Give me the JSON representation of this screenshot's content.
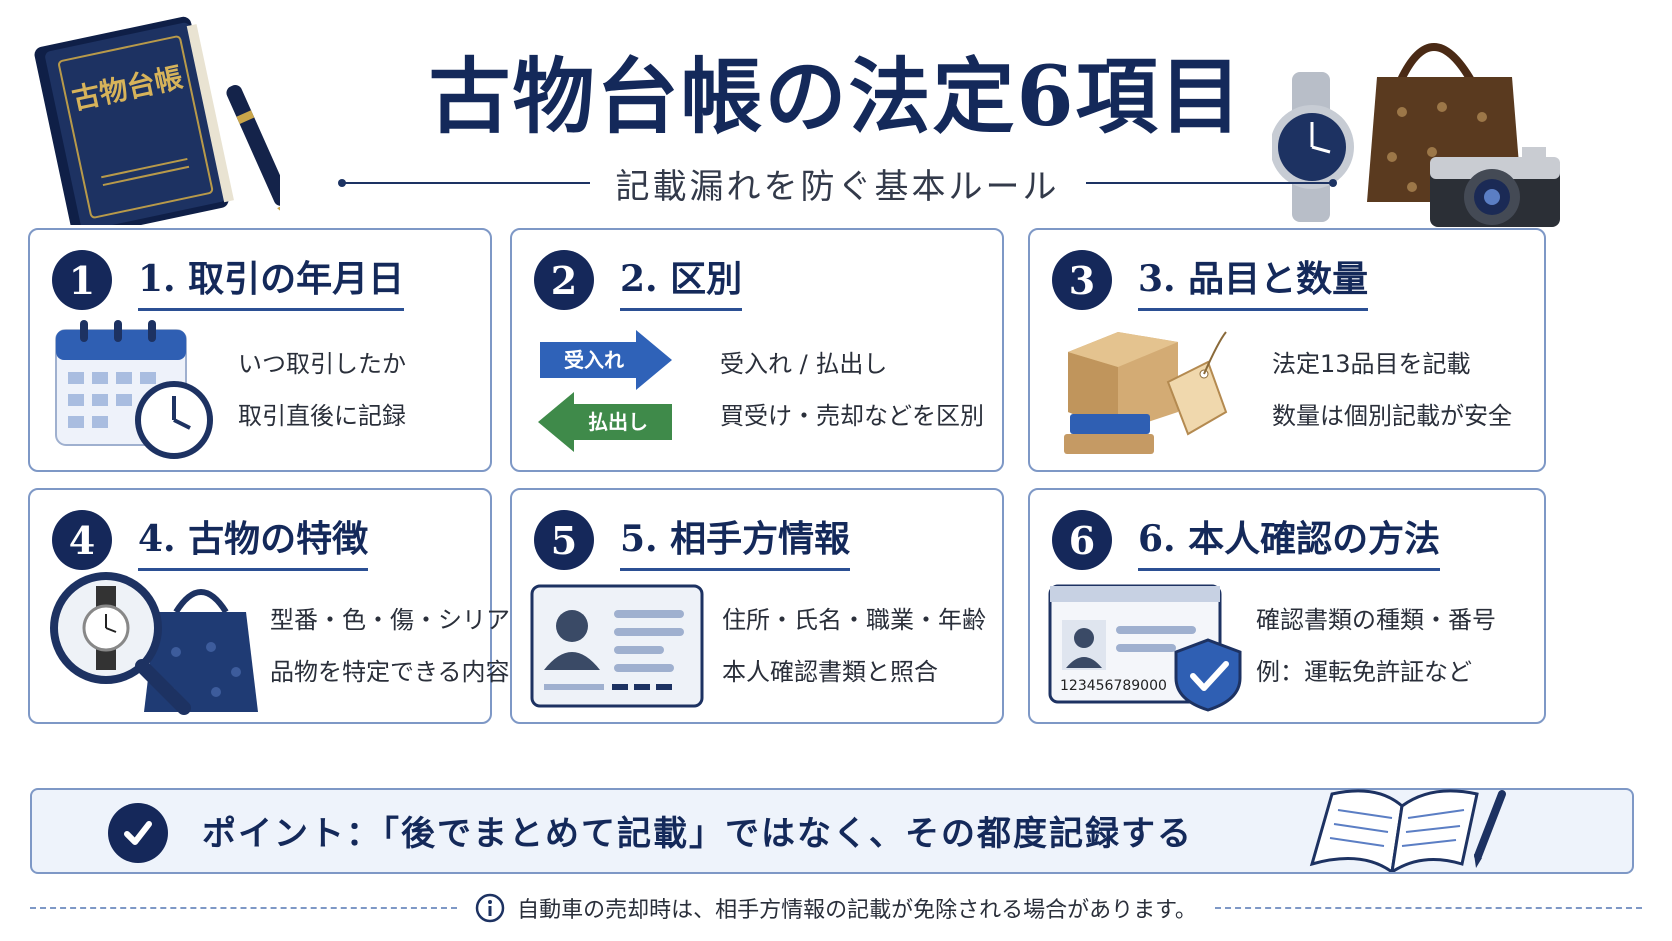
{
  "header": {
    "title": "古物台帳の法定6項目",
    "subtitle": "記載漏れを防ぐ基本ルール",
    "book_label": "古物台帳"
  },
  "cards": [
    {
      "number": "1",
      "title": "1. 取引の年月日",
      "lines": [
        "いつ取引したか",
        "取引直後に記録"
      ],
      "icon": "calendar-clock-icon"
    },
    {
      "number": "2",
      "title": "2. 区別",
      "lines": [
        "受入れ / 払出し",
        "買受け・売却などを区別"
      ],
      "icon": "arrows-icon",
      "arrow_in": "受入れ",
      "arrow_out": "払出し"
    },
    {
      "number": "3",
      "title": "3. 品目と数量",
      "lines": [
        "法定13品目を記載",
        "数量は個別記載が安全"
      ],
      "icon": "box-tag-icon"
    },
    {
      "number": "4",
      "title": "4. 古物の特徴",
      "lines": [
        "型番・色・傷・シリアル",
        "品物を特定できる内容"
      ],
      "icon": "magnifier-watch-bag-icon"
    },
    {
      "number": "5",
      "title": "5. 相手方情報",
      "lines": [
        "住所・氏名・職業・年齢",
        "本人確認書類と照合"
      ],
      "icon": "id-card-icon"
    },
    {
      "number": "6",
      "title": "6. 本人確認の方法",
      "lines": [
        "確認書類の種類・番号",
        "例：運転免許証など"
      ],
      "icon": "license-shield-icon",
      "card_number": "123456789000"
    }
  ],
  "point": {
    "text": "ポイント：「後でまとめて記載」ではなく、その都度記録する"
  },
  "footer": {
    "note": "自動車の売却時は、相手方情報の記載が免除される場合があります。"
  },
  "colors": {
    "navy": "#14295a",
    "border": "#7e98c6",
    "arrow_in": "#2f62b8",
    "arrow_out": "#3f8a4a"
  }
}
